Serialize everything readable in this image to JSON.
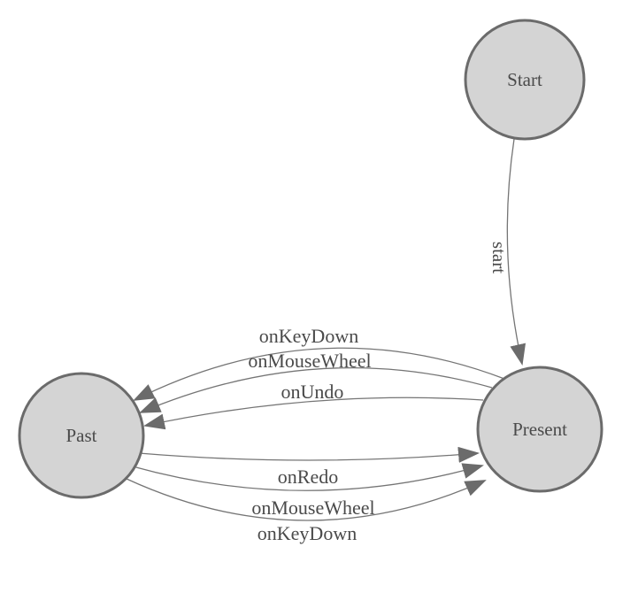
{
  "diagram": {
    "type": "state-machine",
    "background_color": "#ffffff",
    "node_fill": "#d4d4d4",
    "node_border_color": "#6b6b6b",
    "edge_color": "#757575",
    "arrow_color": "#6b6b6b",
    "text_color": "#4a4a4a",
    "nodes": [
      {
        "id": "start",
        "label": "Start"
      },
      {
        "id": "present",
        "label": "Present"
      },
      {
        "id": "past",
        "label": "Past"
      }
    ],
    "edges": [
      {
        "from": "start",
        "to": "present",
        "label": "start"
      },
      {
        "from": "present",
        "to": "past",
        "label": "onKeyDown"
      },
      {
        "from": "present",
        "to": "past",
        "label": "onMouseWheel"
      },
      {
        "from": "present",
        "to": "past",
        "label": "onUndo"
      },
      {
        "from": "past",
        "to": "present",
        "label": "onRedo"
      },
      {
        "from": "past",
        "to": "present",
        "label": "onMouseWheel"
      },
      {
        "from": "past",
        "to": "present",
        "label": "onKeyDown"
      }
    ]
  }
}
